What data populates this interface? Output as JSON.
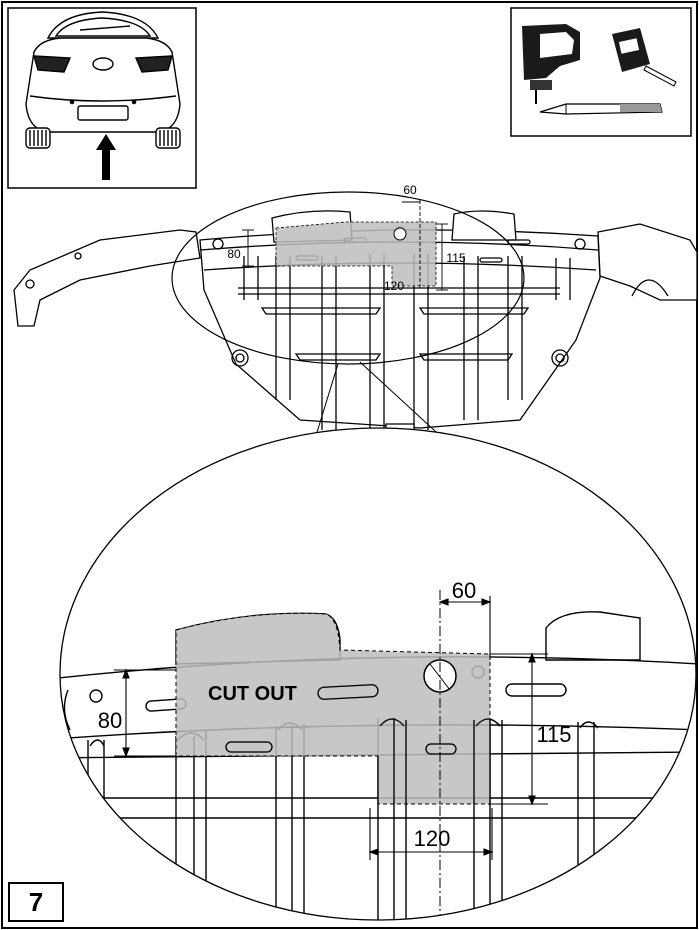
{
  "step_number": "7",
  "labels": {
    "cut_out": "CUT OUT"
  },
  "dimensions_small": {
    "width_offset": "60",
    "height_left": "80",
    "height_right": "115",
    "width_cut": "120"
  },
  "dimensions_large": {
    "width_offset": "60",
    "height_left": "80",
    "height_right": "115",
    "width_cut": "120"
  },
  "bumper_marker": "0",
  "colors": {
    "line": "#000000",
    "cutout_fill": "#c8c8c8",
    "background": "#ffffff"
  },
  "tools": [
    "jigsaw-icon",
    "tape-measure-icon",
    "marker-pen-icon"
  ]
}
